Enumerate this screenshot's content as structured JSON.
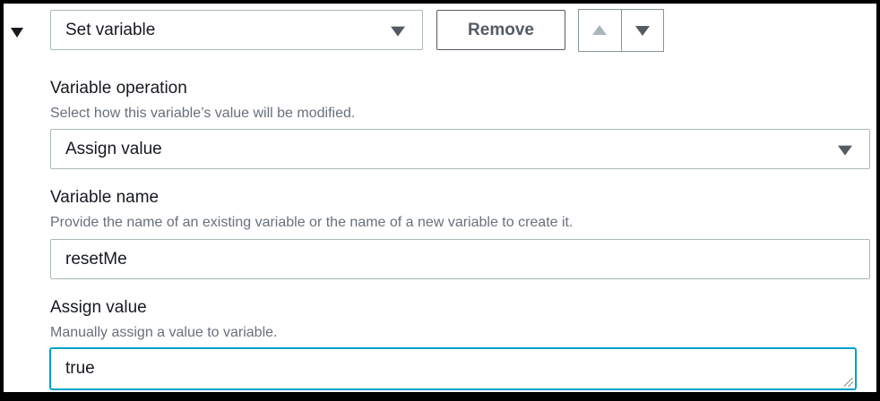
{
  "step": {
    "action_select": {
      "value": "Set variable"
    },
    "remove_button": {
      "label": "Remove"
    },
    "move_up": {
      "icon": "triangle-up-icon",
      "enabled": false
    },
    "move_down": {
      "icon": "triangle-down-icon",
      "enabled": true
    }
  },
  "fields": {
    "variable_operation": {
      "label": "Variable operation",
      "description": "Select how this variable’s value will be modified.",
      "value": "Assign value"
    },
    "variable_name": {
      "label": "Variable name",
      "description": "Provide the name of an existing variable or the name of a new variable to create it.",
      "value": "resetMe"
    },
    "assign_value": {
      "label": "Assign value",
      "description": "Manually assign a value to variable.",
      "value": "true"
    }
  },
  "colors": {
    "focus": "#00a1c9",
    "border": "#aab7b8",
    "text": "#16191f",
    "muted_text": "#687078",
    "button_text": "#545b64"
  }
}
